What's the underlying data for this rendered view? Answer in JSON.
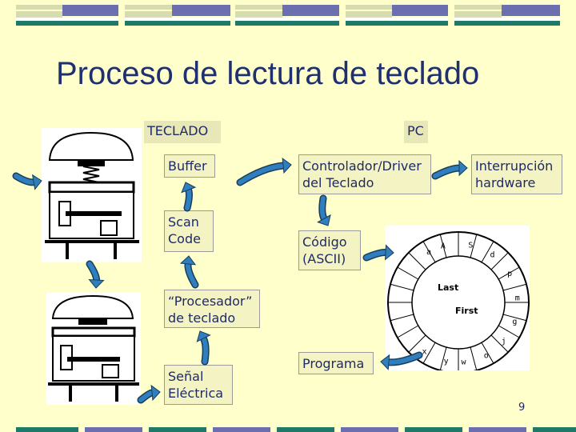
{
  "slide": {
    "title": "Proceso de lectura de teclado",
    "page_number": "9"
  },
  "headers": {
    "teclado": "TECLADO",
    "pc": "PC"
  },
  "boxes": {
    "buffer": "Buffer",
    "scan_code": "Scan\nCode",
    "procesador": "“Procesador”\nde teclado",
    "senal": "Señal\nEléctrica",
    "controlador": "Controlador/Driver\ndel Teclado",
    "interrupcion": "Interrupción\nhardware",
    "codigo": "Código\n(ASCII)",
    "programa": "Programa"
  },
  "buffer_diagram": {
    "last": "Last",
    "first": "First",
    "letters": [
      "A",
      "S",
      "d",
      "a",
      "p",
      "m",
      "g",
      "j",
      "o",
      "w",
      "y",
      "x"
    ]
  },
  "colors": {
    "background": "#ffffcc",
    "arrow": "#2f7fbf",
    "text": "#1f2a66"
  }
}
